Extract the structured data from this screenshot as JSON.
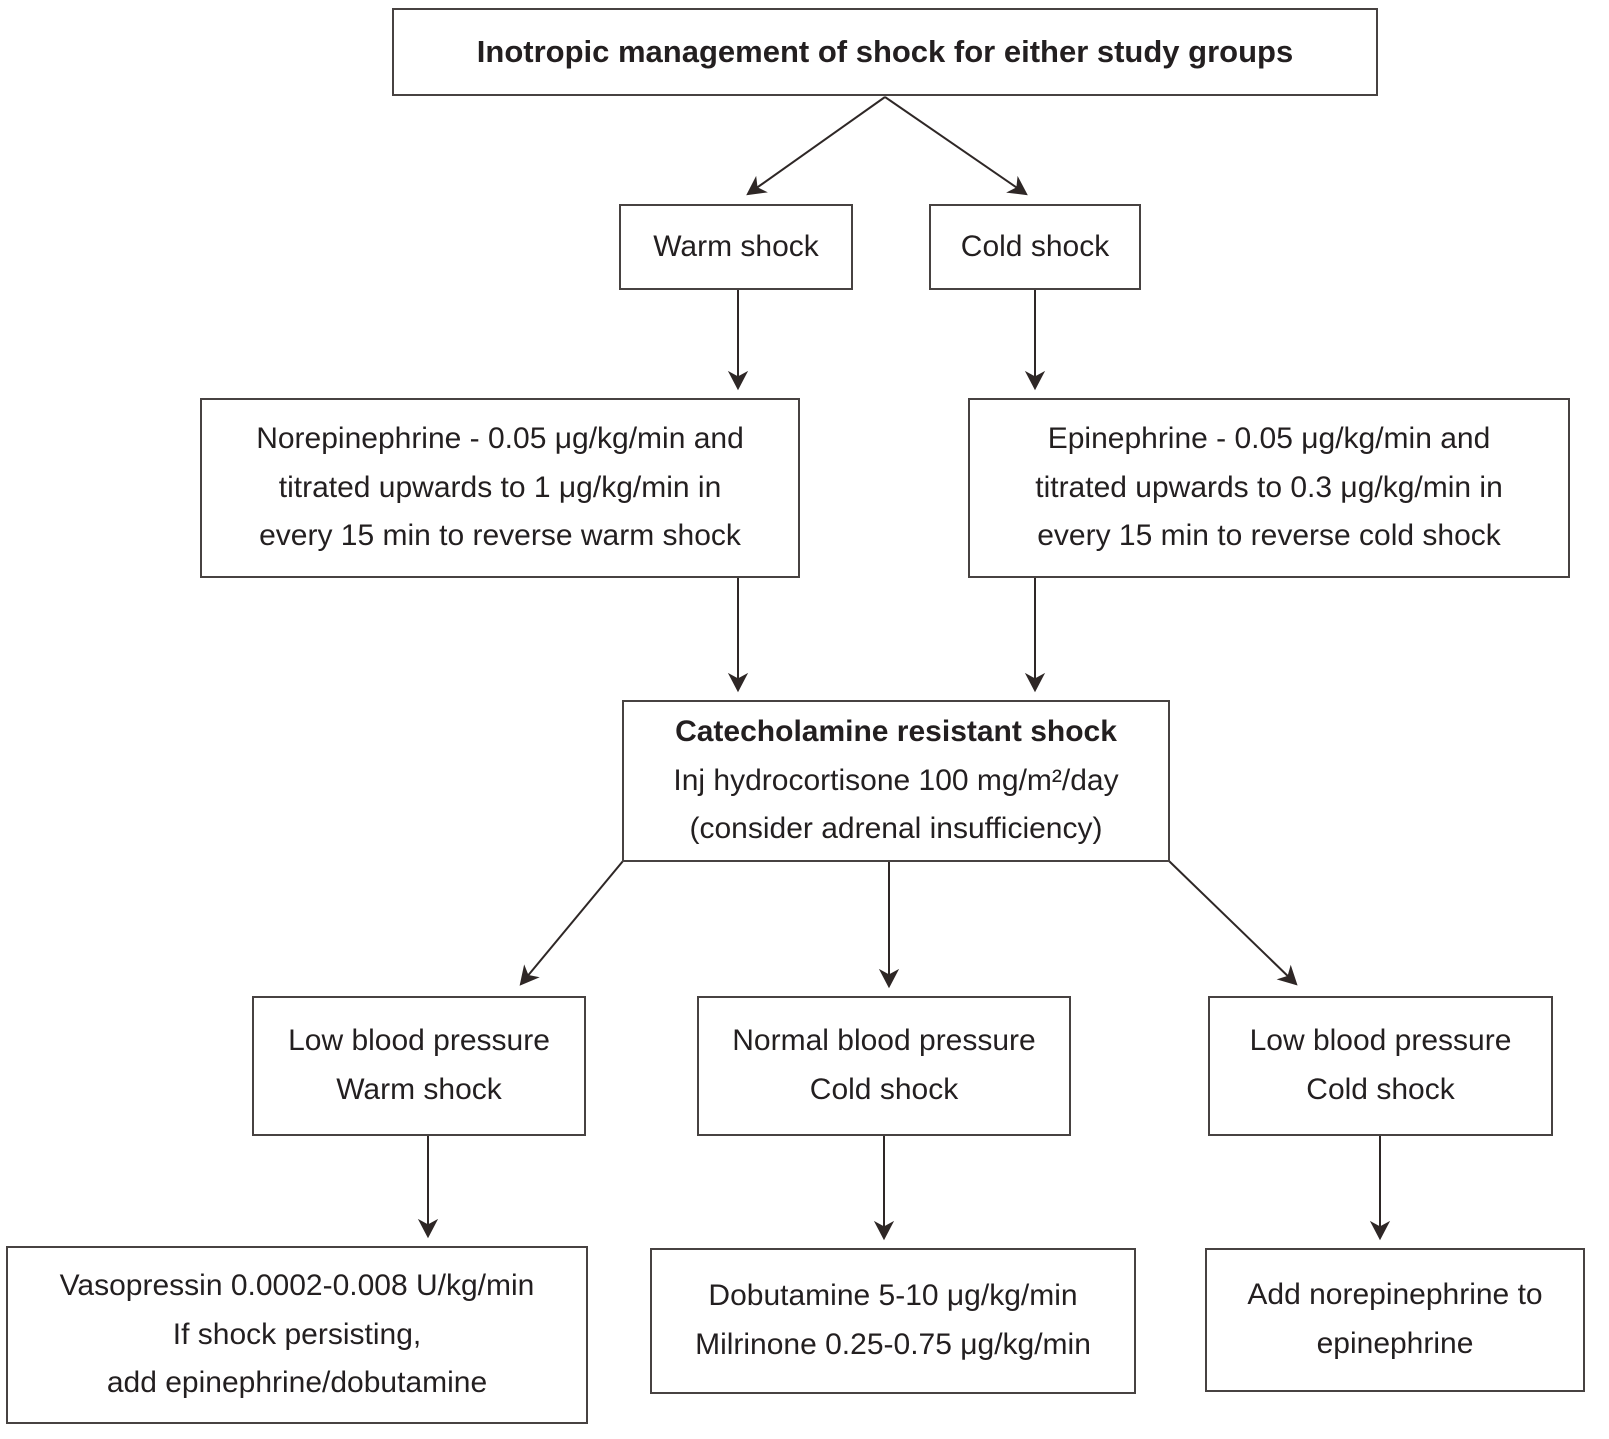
{
  "diagram": {
    "title": "Inotropic management of shock for either study groups",
    "nodes": {
      "warm_shock": {
        "label": "Warm shock"
      },
      "cold_shock": {
        "label": "Cold shock"
      },
      "norepinephrine": {
        "lines": [
          "Norepinephrine - 0.05 μg/kg/min and",
          "titrated upwards to 1 μg/kg/min in",
          "every 15 min to reverse warm shock"
        ]
      },
      "epinephrine": {
        "lines": [
          "Epinephrine - 0.05 μg/kg/min and",
          "titrated upwards to 0.3 μg/kg/min in",
          "every 15 min to reverse cold shock"
        ]
      },
      "catecholamine": {
        "heading": "Catecholamine resistant shock",
        "lines": [
          "Inj hydrocortisone 100 mg/m²/day",
          "(consider adrenal insufficiency)"
        ]
      },
      "lbp_warm": {
        "lines": [
          "Low blood pressure",
          "Warm shock"
        ]
      },
      "nbp_cold": {
        "lines": [
          "Normal blood pressure",
          "Cold shock"
        ]
      },
      "lbp_cold": {
        "lines": [
          "Low blood pressure",
          "Cold shock"
        ]
      },
      "vasopressin": {
        "lines": [
          "Vasopressin 0.0002-0.008 U/kg/min",
          "If shock persisting,",
          "add epinephrine/dobutamine"
        ]
      },
      "dobutamine": {
        "lines": [
          "Dobutamine 5-10 μg/kg/min",
          "Milrinone 0.25-0.75 μg/kg/min"
        ]
      },
      "add_norepinephrine": {
        "lines": [
          "Add norepinephrine to",
          "epinephrine"
        ]
      }
    },
    "colors": {
      "text": "#231f20",
      "box_border": "#474241",
      "arrow": "#2e2726",
      "background": "#ffffff"
    }
  }
}
